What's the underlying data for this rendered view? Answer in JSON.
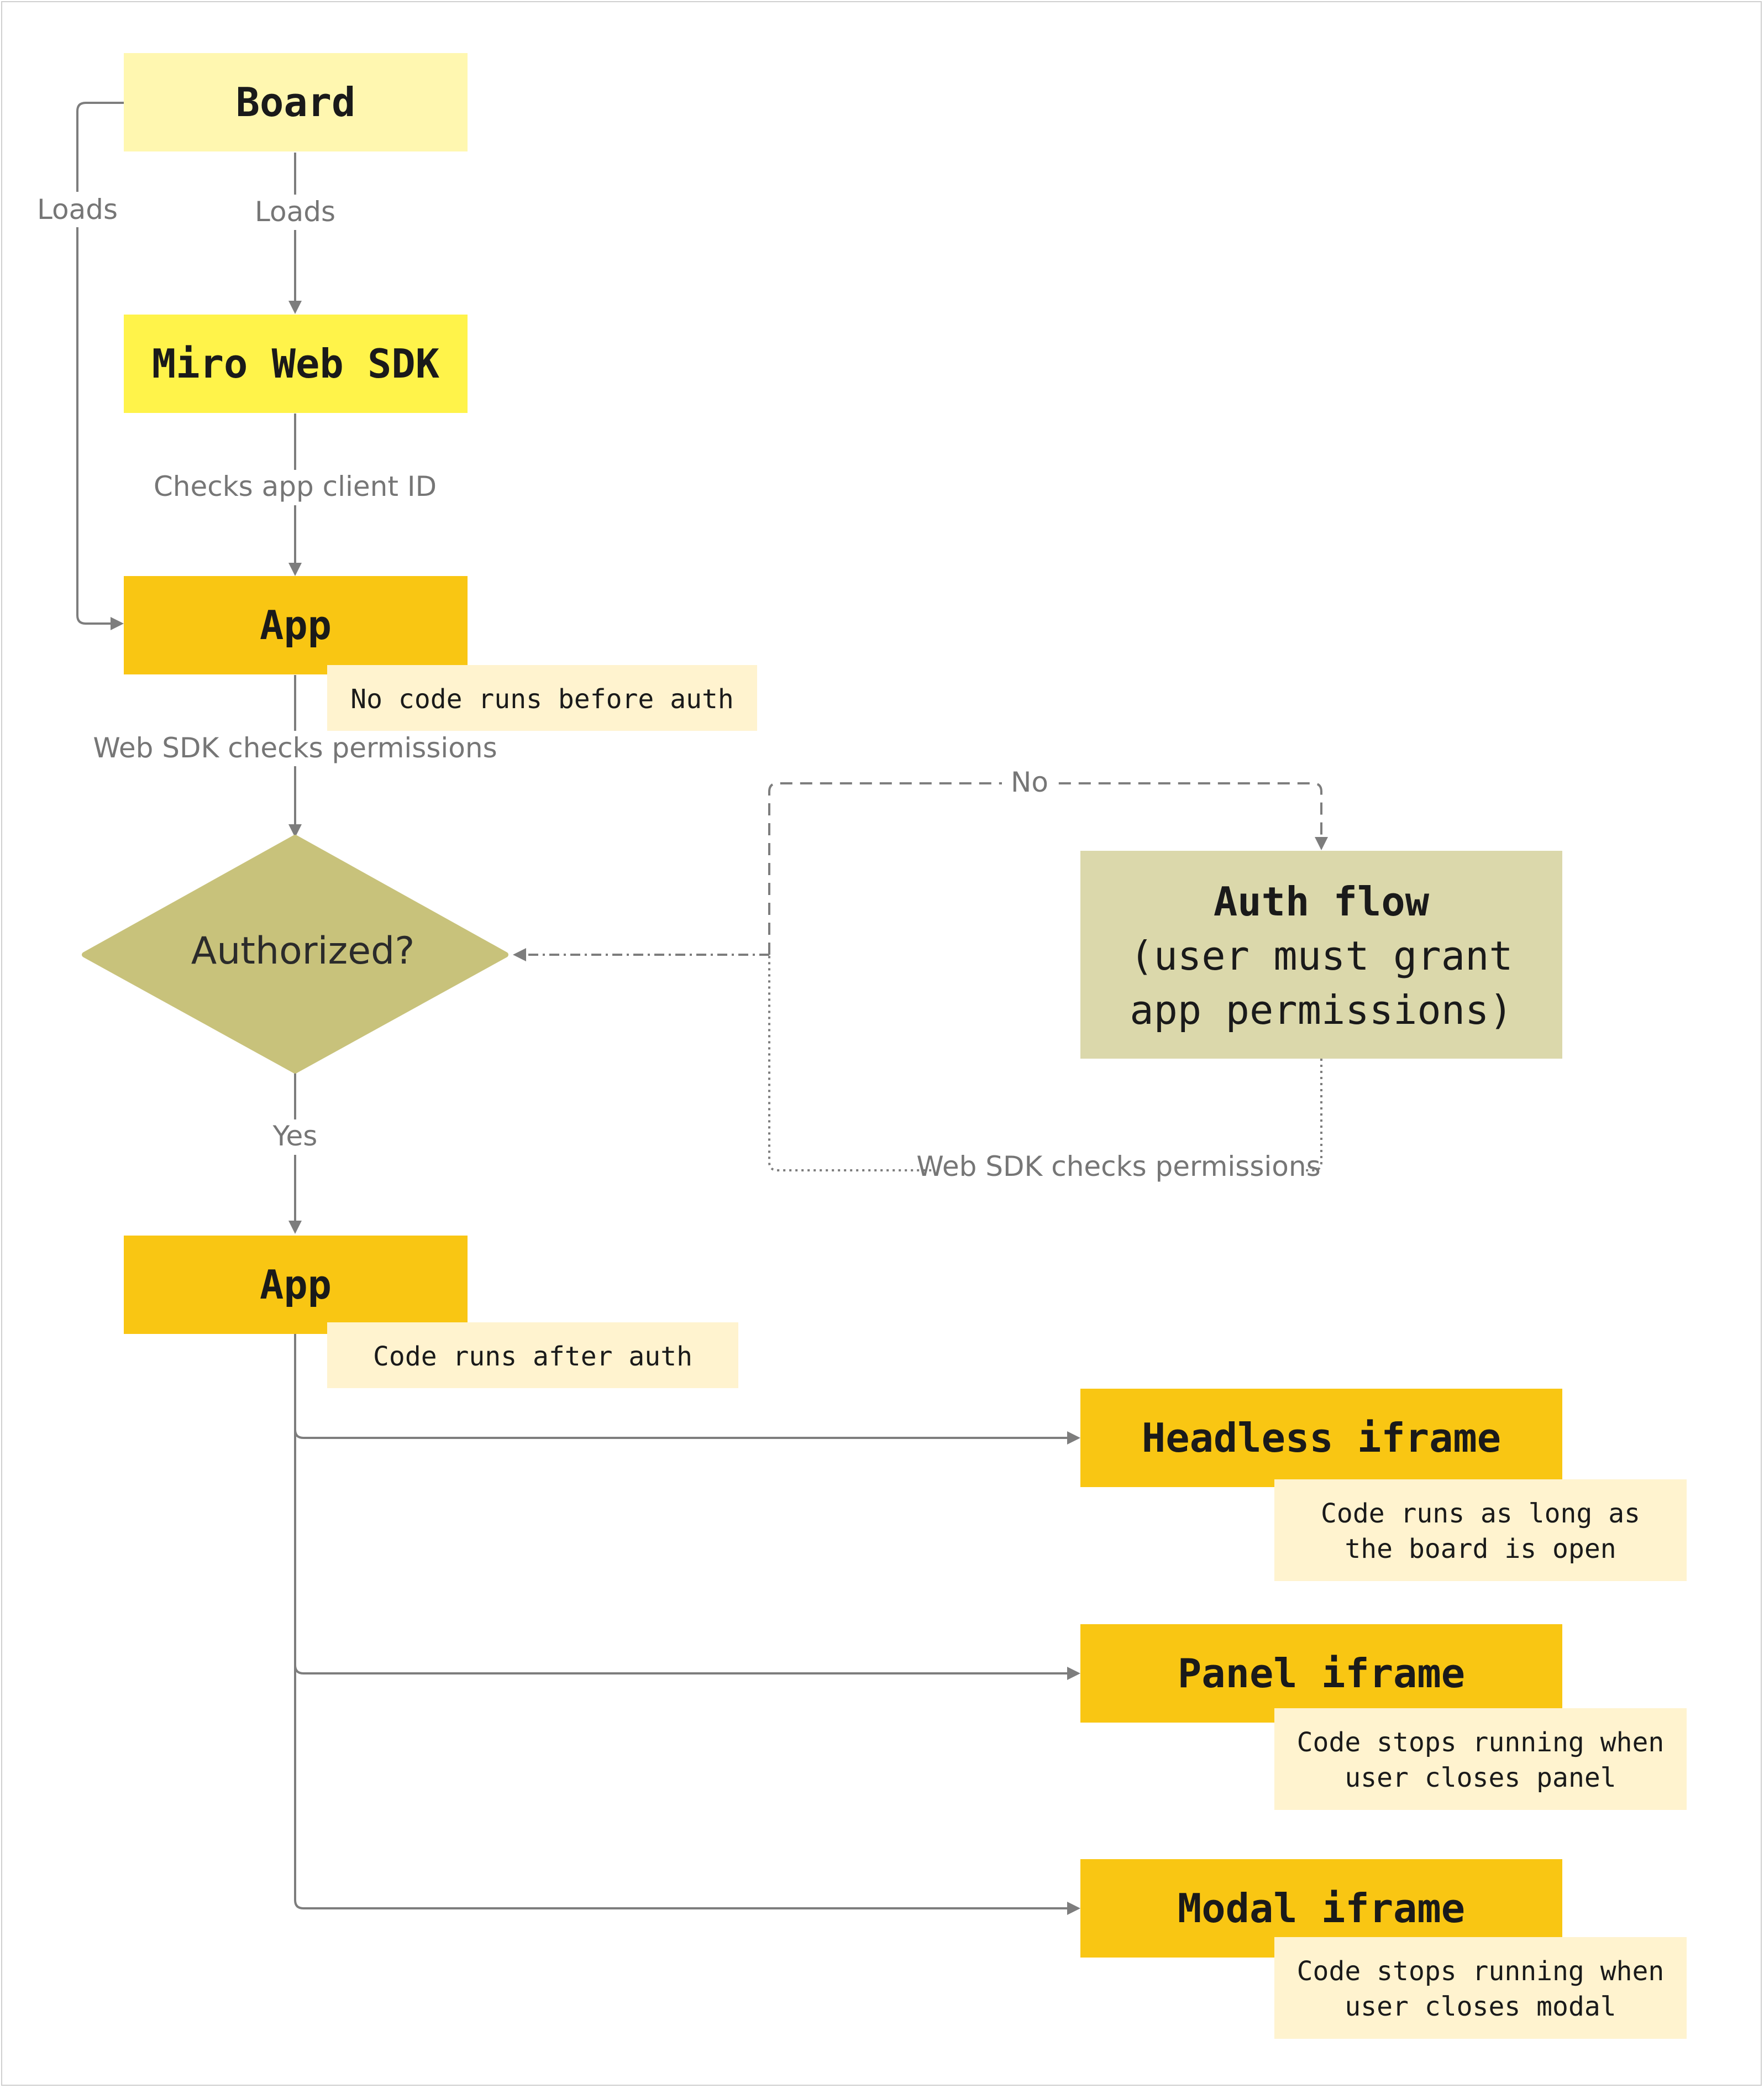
{
  "nodes": {
    "board": "Board",
    "sdk": "Miro Web SDK",
    "app_before": "App",
    "decision": "Authorized?",
    "auth_flow": [
      "Auth flow",
      "(user must grant",
      "app permissions)"
    ],
    "app_after": "App",
    "headless": "Headless iframe",
    "panel": "Panel iframe",
    "modal": "Modal iframe"
  },
  "notes": {
    "before_auth": "No code runs before auth",
    "after_auth": "Code runs after auth",
    "headless": [
      "Code runs as long as",
      "the board is open"
    ],
    "panel": [
      "Code stops running when",
      "user closes panel"
    ],
    "modal": [
      "Code stops running when",
      "user closes modal"
    ]
  },
  "edge_labels": {
    "board_app": "Loads",
    "board_sdk": "Loads",
    "sdk_app": "Checks app client ID",
    "app_decision": "Web SDK checks permissions",
    "no": "No",
    "yes": "Yes",
    "auth_back": "Web SDK checks permissions"
  },
  "colors": {
    "board": "#fff7b0",
    "sdk": "#fff34a",
    "app": "#f9c613",
    "note": "#fff3cf",
    "decision": "#c8c27b",
    "auth_flow": "#dbd8ab",
    "edge": "#7d7d7d",
    "edge_label": "#767676"
  }
}
